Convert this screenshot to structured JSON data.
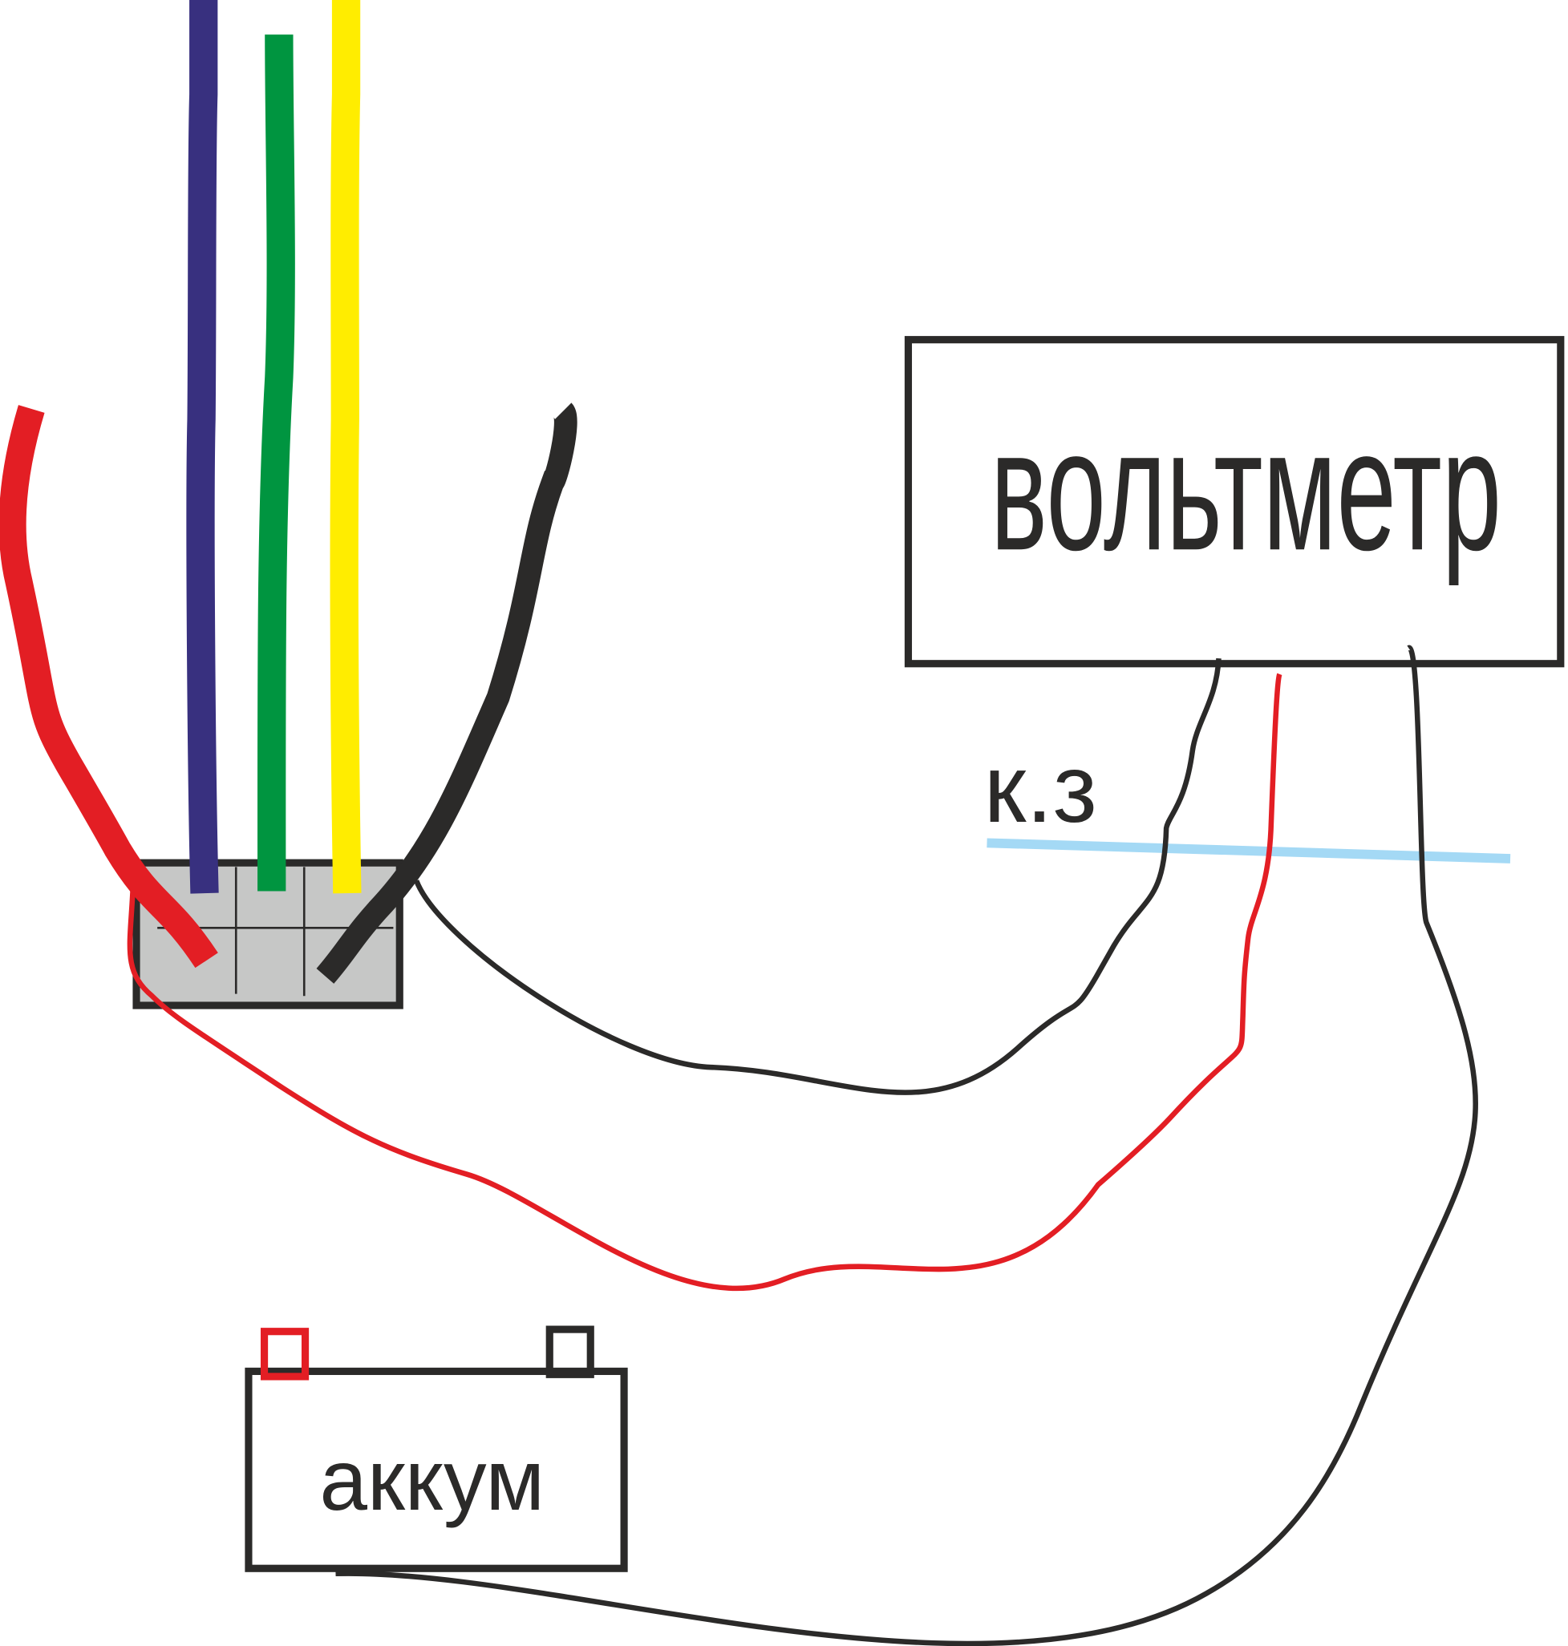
{
  "labels": {
    "voltmeter": "вольтметр",
    "short_circuit": "к.з",
    "battery": "аккум"
  },
  "colors": {
    "black": "#2b2a29",
    "red": "#e31e24",
    "blue": "#38307f",
    "green": "#009540",
    "yellow": "#ffed00",
    "connector": "#c6c7c6",
    "short_line": "#a4d9f5"
  }
}
